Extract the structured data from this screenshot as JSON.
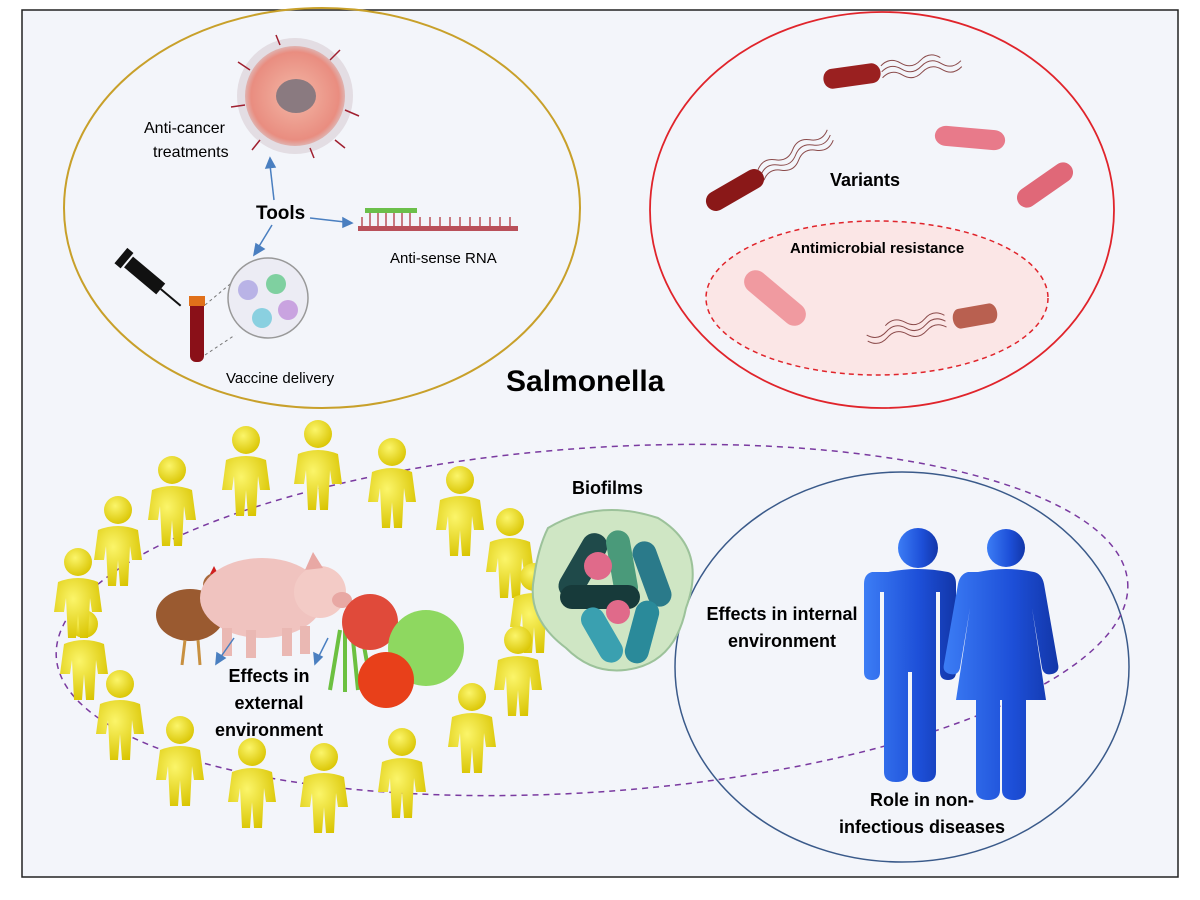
{
  "title": "Salmonella",
  "tools": {
    "center": "Tools",
    "anticancer_line1": "Anti-cancer",
    "anticancer_line2": "treatments",
    "antisense": "Anti-sense RNA",
    "vaccine": "Vaccine delivery"
  },
  "variants": {
    "label": "Variants",
    "amr": "Antimicrobial resistance"
  },
  "biofilms": "Biofilms",
  "external": {
    "line1": "Effects in",
    "line2": "external",
    "line3": "environment"
  },
  "internal": {
    "line1": "Effects in internal",
    "line2": "environment"
  },
  "noninfectious": {
    "line1": "Role in non-",
    "line2": "infectious diseases"
  },
  "colors": {
    "background": "#f3f5fa",
    "tools_border": "#c8a02a",
    "variants_border": "#e0242b",
    "amr_border": "#e0242b",
    "human_border": "#3a5a8a",
    "population_border": "#7a3aa0",
    "arrow": "#4a7fc0",
    "person_yellow": "#f2e21e",
    "human_blue": "#1f55e0"
  }
}
